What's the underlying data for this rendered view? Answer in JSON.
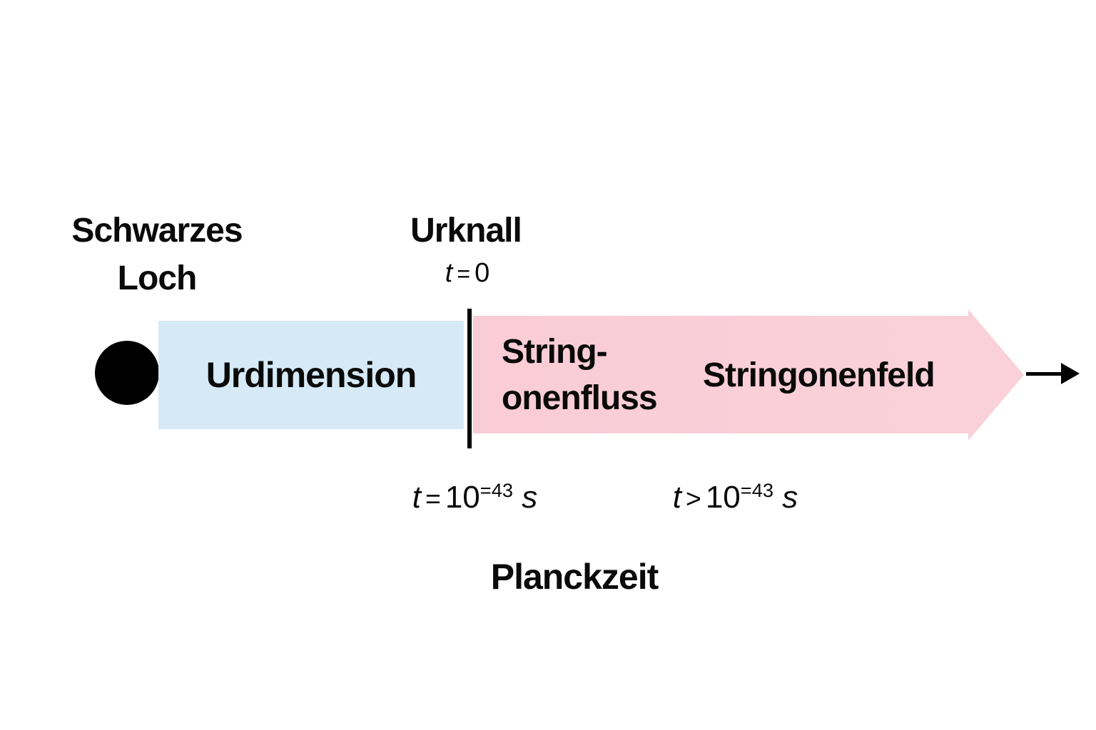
{
  "labels": {
    "black_hole": {
      "line1": "Schwarzes",
      "line2": "Loch"
    },
    "urknall": "Urknall",
    "urdimension": "Urdimension",
    "stringonenfluss": {
      "line1": "String-",
      "line2": "onenfluss"
    },
    "stringonenfeld": "Stringonenfeld",
    "planckzeit": "Planckzeit"
  },
  "time_labels": {
    "t_zero": {
      "t": "t",
      "op": "=",
      "value": "0"
    },
    "at_planck": {
      "t": "t",
      "op": "=",
      "base": "10",
      "exponent": "=43",
      "unit": "s"
    },
    "after_planck": {
      "t": "t",
      "op": ">",
      "base": "10",
      "exponent": "=43",
      "unit": "s"
    }
  },
  "colors": {
    "urdimension_bar": "#d6e9f6",
    "stringonen_arrow": "#f9cfd8",
    "ink": "#0a0a0a",
    "background": "#ffffff"
  }
}
